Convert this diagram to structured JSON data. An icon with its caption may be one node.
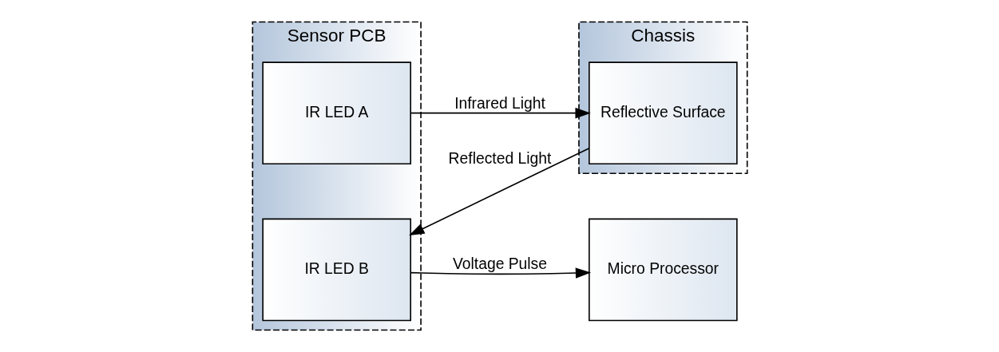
{
  "diagram": {
    "nodes": [
      {
        "text": [
          "Sensor PCB"
        ]
      },
      {
        "text": [
          "IR LED A"
        ],
        "in": 0
      },
      {
        "text": [
          "IR LED B"
        ],
        "in": 0
      },
      {
        "text": [
          "Micro Processor"
        ]
      },
      {
        "text": [
          "Chassis"
        ]
      },
      {
        "text": [
          "Reflective Surface"
        ],
        "in": 4
      }
    ],
    "edges": [
      {
        "from": 1,
        "to": 5,
        "arrow": "to",
        "label": "Infrared Light"
      },
      {
        "from": 5,
        "to": 2,
        "arrow": "to",
        "label": "Reflected Light"
      },
      {
        "from": 2,
        "to": 3,
        "arrow": "to",
        "label": "Voltage Pulse"
      }
    ]
  }
}
